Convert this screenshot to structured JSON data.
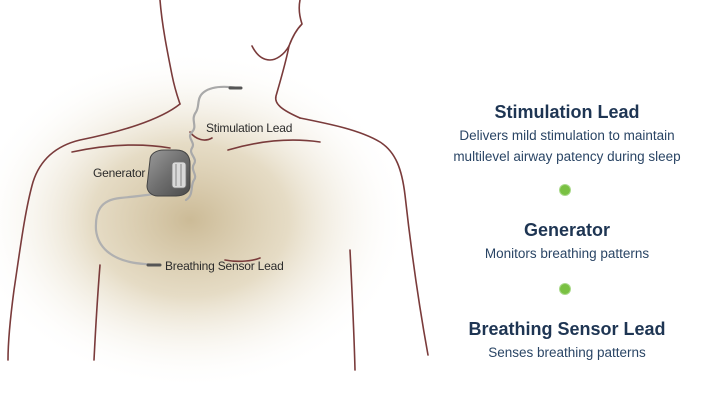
{
  "labels": {
    "stimulation_lead": "Stimulation Lead",
    "generator": "Generator",
    "breathing_sensor_lead": "Breathing Sensor Lead"
  },
  "info": [
    {
      "title": "Stimulation Lead",
      "description_lines": [
        "Delivers mild stimulation to maintain",
        "multilevel airway patency during sleep"
      ]
    },
    {
      "title": "Generator",
      "description_lines": [
        "Monitors breathing patterns"
      ]
    },
    {
      "title": "Breathing Sensor Lead",
      "description_lines": [
        "Senses breathing patterns"
      ]
    }
  ],
  "colors": {
    "body_outline": "#7a3b3b",
    "title_text": "#1e3553",
    "bullet": "#7ac143"
  }
}
